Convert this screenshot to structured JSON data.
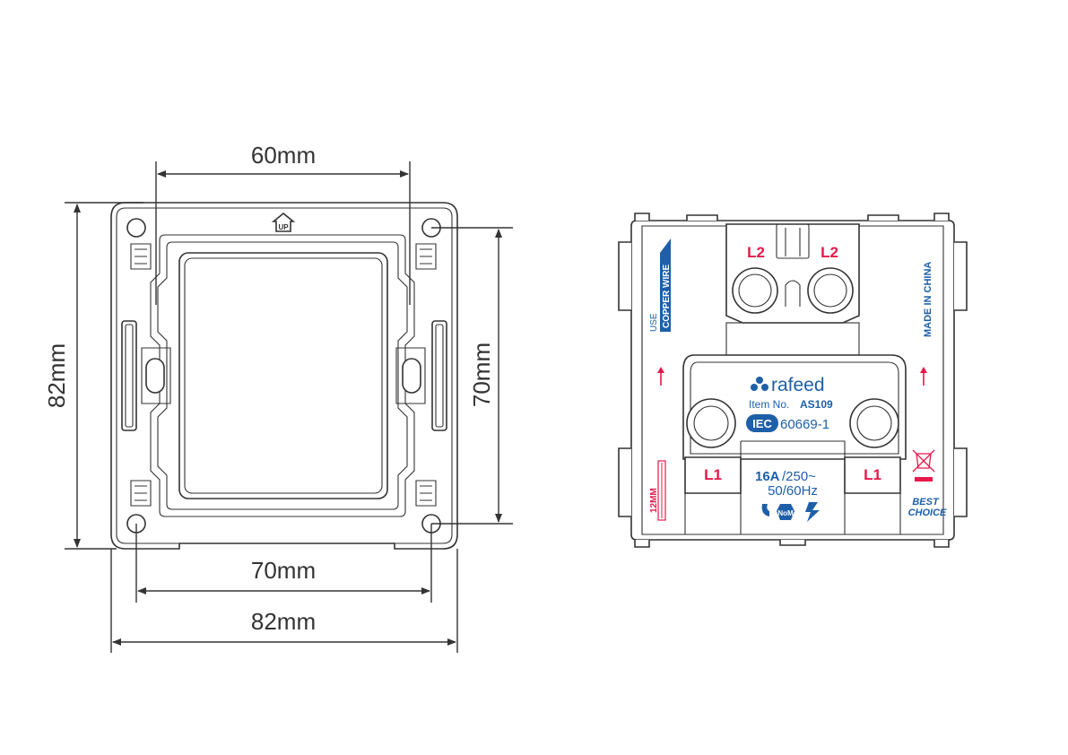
{
  "dimensions": {
    "top_width": "60mm",
    "left_height": "82mm",
    "right_height": "70mm",
    "bottom_inner": "70mm",
    "bottom_outer": "82mm"
  },
  "plate_mark": "UP",
  "module_labels": {
    "terminal_l2": "L2",
    "terminal_l1": "L1",
    "brand": "rafeed",
    "item_prefix": "Item No.",
    "item_number": "AS109",
    "iec_mark": "IEC",
    "standard": "60669-1",
    "rating_current": "16A",
    "rating_voltage": "/250~",
    "frequency": "50/60Hz",
    "wire_line1": "USE",
    "wire_line2": "COPPER WIRE",
    "origin": "MADE IN CHINA",
    "strip_length": "12MM",
    "badge_line1": "BEST",
    "badge_line2": "CHOICE",
    "cert_mark": "NoM"
  },
  "colors": {
    "line": "#333333",
    "accent_red": "#e8184a",
    "accent_blue": "#1e5fa8"
  }
}
